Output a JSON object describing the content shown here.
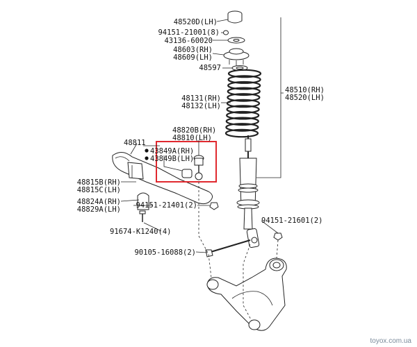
{
  "labels": {
    "upper_support": "48520D(LH)",
    "bolt_upper": "94151-21001(8)",
    "part_43136": "43136-60020",
    "mount_rh": "48603(RH)",
    "mount_lh": "48609(LH)",
    "part_48597": "48597",
    "spring_rh": "48131(RH)",
    "spring_lh": "48132(LH)",
    "absorber_rh": "48510(RH)",
    "absorber_lh": "48520(LH)",
    "link_rh": "48820B(RH)",
    "link_lh": "48810(LH)",
    "stabilizer_bar": "48811",
    "bushing_a": "43849A(RH)",
    "bushing_b": "43849B(LH)",
    "bar_bushing_rh": "48815B(RH)",
    "bar_bushing_lh": "48815C(LH)",
    "bracket_rh": "48824A(RH)",
    "bracket_lh": "48829A(LH)",
    "nut_link": "94151-21401(2)",
    "nut_lower": "94151-21601(2)",
    "bolt_bracket": "91674-K1240(4)",
    "bolt_arm": "90105-16088(2)"
  },
  "watermark": "toyox.com.ua",
  "colors": {
    "highlight": "#e0282e",
    "ink": "#222222",
    "watermark": "#7a8a9a"
  }
}
